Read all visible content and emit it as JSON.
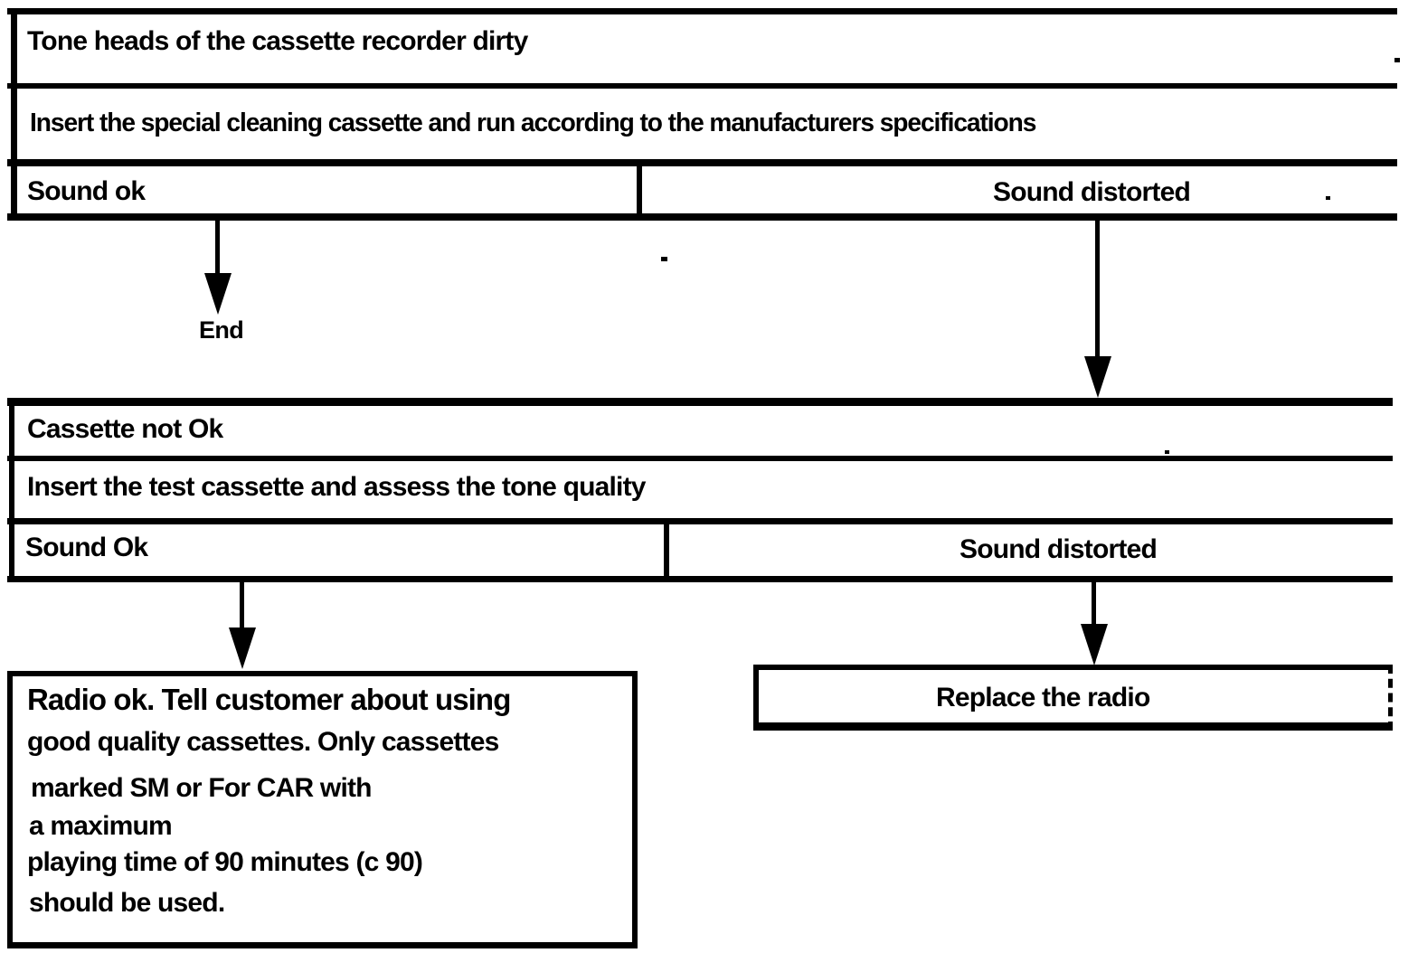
{
  "page": {
    "background_color": "#ffffff",
    "ink_color": "#000000"
  },
  "step1": {
    "condition": "Tone heads of the cassette recorder dirty",
    "action": "Insert the special cleaning cassette and run according to the manufacturers specifications",
    "outcome_left": "Sound ok",
    "outcome_right": "Sound distorted"
  },
  "end_label": "End",
  "step2": {
    "condition": "Cassette not Ok",
    "action": "Insert the test cassette and assess the tone quality",
    "outcome_left": "Sound Ok",
    "outcome_right": "Sound distorted"
  },
  "result_ok": {
    "lines": [
      "Radio ok. Tell customer about using",
      "good quality cassettes. Only cassettes",
      "marked SM or For CAR with",
      "a maximum",
      "playing time of 90 minutes (c 90)",
      "should be used."
    ]
  },
  "result_fail": "Replace the radio"
}
